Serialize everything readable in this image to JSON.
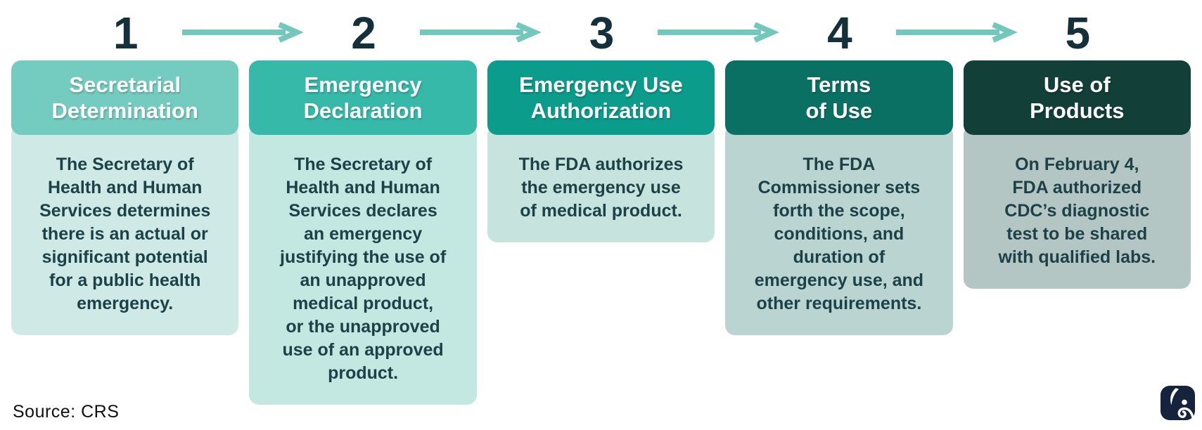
{
  "source_label": "Source: CRS",
  "colors": {
    "background": "#ffffff",
    "number": "#14313b",
    "arrow": "#74c7bc",
    "text_dark": "#1d4147",
    "header_text": "#ffffff",
    "logo_bg": "#15233d"
  },
  "logo": {
    "icon": "elephant-icon"
  },
  "steps": [
    {
      "number": "1",
      "title": "Secretarial\nDetermination",
      "description": "The Secretary of\nHealth and Human\nServices determines\nthere is an actual or\nsignificant potential\nfor a public health\nemergency.",
      "header_bg": "#74cbc0",
      "body_bg": "#cfeae6"
    },
    {
      "number": "2",
      "title": "Emergency\nDeclaration",
      "description": "The Secretary of\nHealth and Human\nServices declares\nan emergency\njustifying the use of\nan unapproved\nmedical product,\nor the unapproved\nuse of an approved\nproduct.",
      "header_bg": "#36b9a9",
      "body_bg": "#c3e7e1"
    },
    {
      "number": "3",
      "title": "Emergency Use\nAuthorization",
      "description": "The FDA authorizes\nthe emergency use\nof medical product.",
      "header_bg": "#0b9c8b",
      "body_bg": "#c7e3de"
    },
    {
      "number": "4",
      "title": "Terms\nof Use",
      "description": "The FDA\nCommissioner sets\nforth the scope,\nconditions, and\nduration of\nemergency use, and\nother requirements.",
      "header_bg": "#0b7064",
      "body_bg": "#b9d4d1"
    },
    {
      "number": "5",
      "title": "Use of\nProducts",
      "description": "On February 4,\nFDA authorized\nCDC’s diagnostic\ntest to be shared\nwith qualified labs.",
      "header_bg": "#123f38",
      "body_bg": "#b4c6c3"
    }
  ]
}
